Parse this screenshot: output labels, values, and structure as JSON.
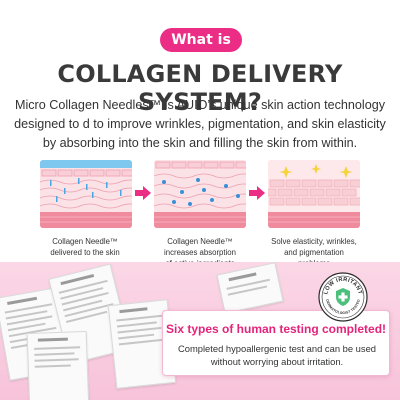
{
  "header": {
    "pill_label": "What is",
    "headline": "COLLAGEN DELIVERY SYSTEM?",
    "description": "Micro Collagen Needles™ is AUIO’s unique skin action technology designed to d to improve wrinkles, pigmentation, and skin elasticity by absorbing into the skin and filling the skin from within."
  },
  "steps": [
    {
      "caption_line1": "Collagen Needle™",
      "caption_line2": "delivered to the skin",
      "caption_line3": ""
    },
    {
      "caption_line1": "Collagen Needle™",
      "caption_line2": "increases absorption",
      "caption_line3": "of active ingredients"
    },
    {
      "caption_line1": "Solve elasticity, wrinkles,",
      "caption_line2": "and pigmentation",
      "caption_line3": "problems"
    }
  ],
  "testing": {
    "title": "Six types of human testing completed!",
    "line1": "Completed hypoallergenic test and can be used",
    "line2": "without worrying about irritation."
  },
  "badge": {
    "top_text": "LOW IRRITANT",
    "bottom_text": "DERMATOLOGIST TESTED"
  },
  "colors": {
    "accent": "#ec2d85",
    "card_title": "#e4237b",
    "skin_pink": "#f4aab4",
    "needle_blue": "#4aa6e0",
    "background_bottom": "#f9cde0"
  },
  "icons": [
    "arrow-right-icon",
    "shield-cross-icon",
    "sparkle-icon"
  ]
}
